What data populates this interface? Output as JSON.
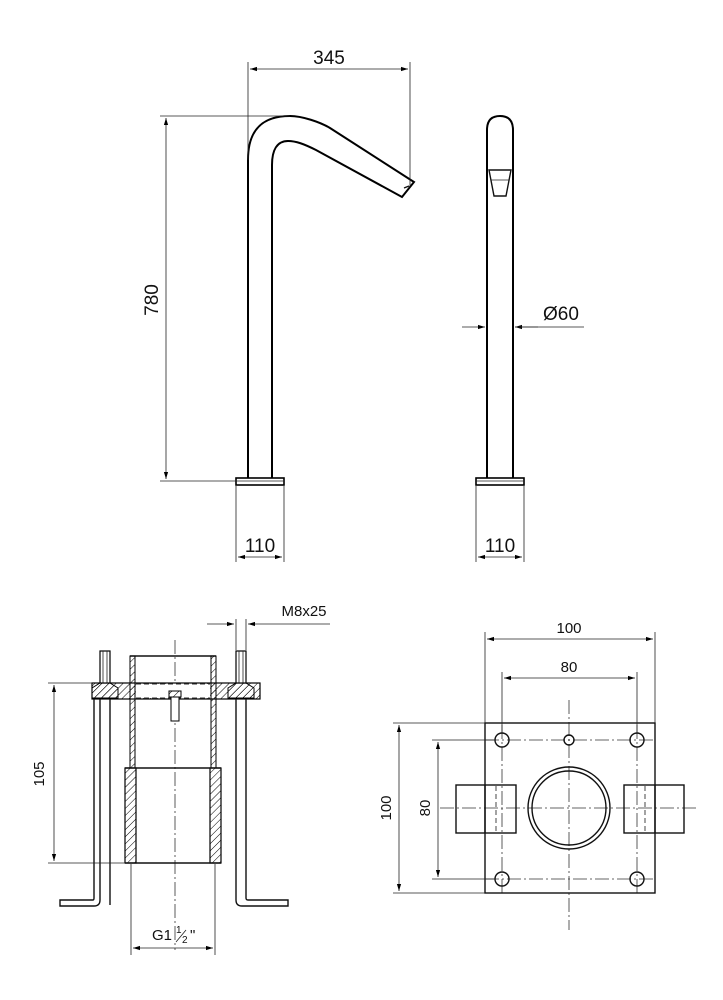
{
  "front_view": {
    "width_label": "345",
    "height_label": "780",
    "base_label": "110"
  },
  "side_view": {
    "diameter_label": "Ø60",
    "base_label": "110"
  },
  "mounting_section": {
    "bolt_label": "M8x25",
    "height_label": "105",
    "thread_label": "G1",
    "thread_fraction_num": "1",
    "thread_fraction_den": "2",
    "thread_unit": "\""
  },
  "plate_plan": {
    "outer_width_label": "100",
    "inner_width_label": "80",
    "outer_height_label": "100",
    "inner_height_label": "80"
  }
}
